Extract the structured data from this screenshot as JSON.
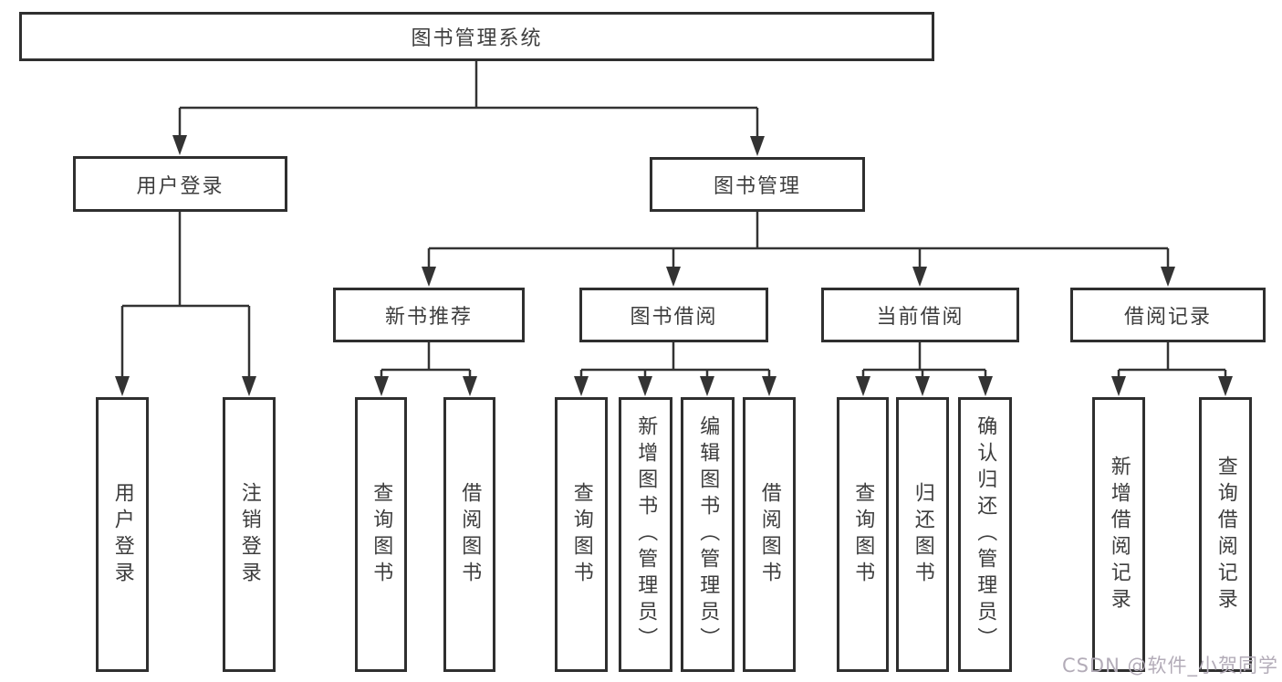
{
  "diagram": {
    "tree": {
      "root": {
        "label": "图书管理系统"
      },
      "level2": [
        {
          "label": "用户登录"
        },
        {
          "label": "图书管理"
        }
      ],
      "level3": [
        {
          "label": "新书推荐"
        },
        {
          "label": "图书借阅"
        },
        {
          "label": "当前借阅"
        },
        {
          "label": "借阅记录"
        }
      ],
      "leaves": {
        "user_login": [
          "用户登录",
          "注销登录"
        ],
        "new_book": [
          "查询图书",
          "借阅图书"
        ],
        "book_borrow": [
          "查询图书",
          "新增图书（管理员）",
          "编辑图书（管理员）",
          "借阅图书"
        ],
        "current_borrow": [
          "查询图书",
          "归还图书",
          "确认归还（管理员）"
        ],
        "borrow_record": [
          "新增借阅记录",
          "查询借阅记录"
        ]
      }
    },
    "colors": {
      "line": "#333333",
      "box_border": "#2f2f2f",
      "text": "#3d3d3d",
      "watermark": "#b3acb8"
    }
  },
  "watermark": {
    "text": "CSDN @软件_小贺同学"
  }
}
